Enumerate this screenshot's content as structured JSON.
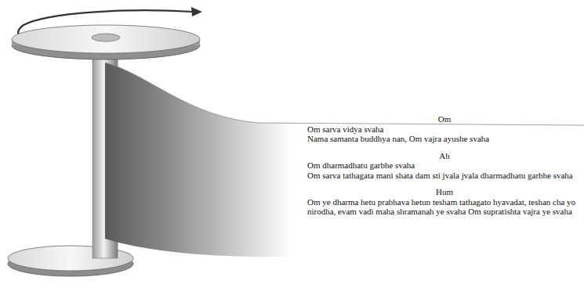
{
  "diagram": {
    "labels": [
      "Om",
      "Om sarva vidya svaha",
      "Nama samanta buddhya nan, Om vajra ayushe svaha",
      "Ah",
      "Om dharmadhatu garbhe svaha",
      "Om sarva tathagata mani shata dam sti jvala jvala dharmadhatu garbhe svaha",
      "Hum",
      "Om ye dharma hetu prabhava hetun tesham tathagato hyavadat, teshan cha yo nirodha, evam vadi maha shramanah ye svaha Om supratishta vajra ye svaha"
    ]
  }
}
